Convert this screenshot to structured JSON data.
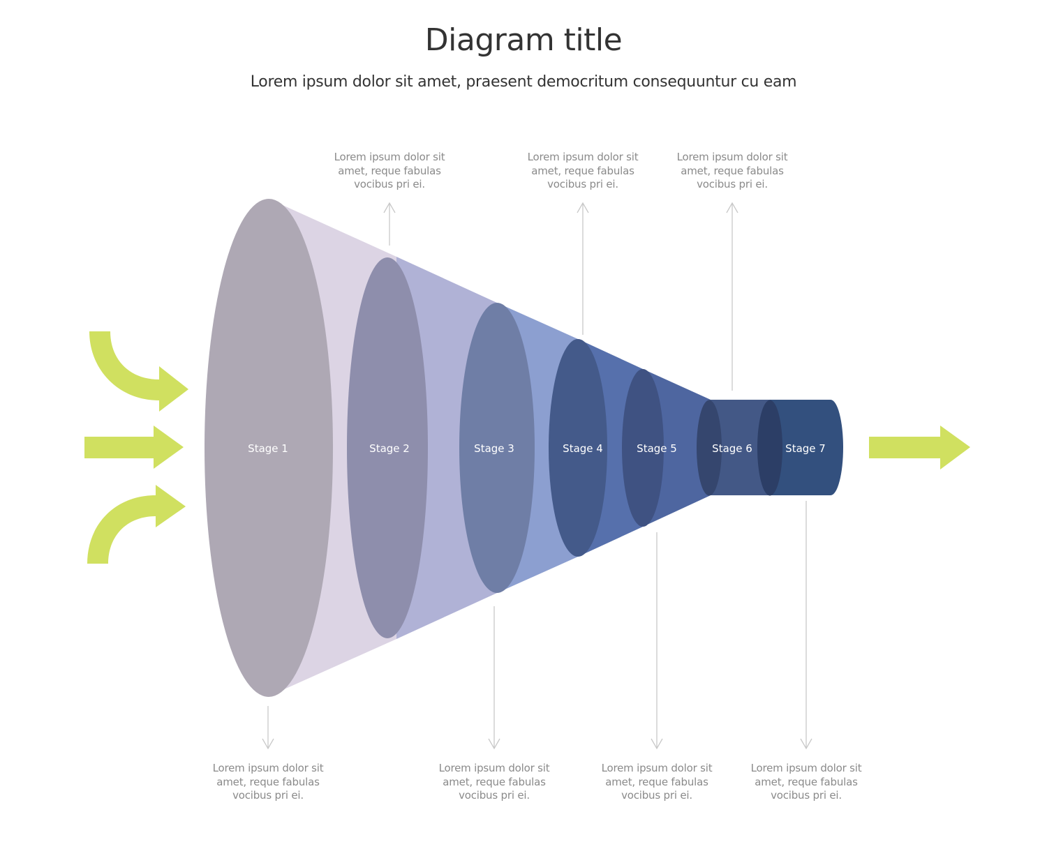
{
  "header": {
    "title": "Diagram title",
    "subtitle": "Lorem ipsum dolor sit amet, praesent democritum consequuntur cu eam"
  },
  "colors": {
    "arrow": "#d0e060",
    "callout_line": "#c8c8c8",
    "note_text": "#8a8a8a",
    "title_text": "#333333"
  },
  "inputs": {
    "count": 3,
    "icons": [
      "curved-arrow-down-right-icon",
      "straight-arrow-right-icon",
      "curved-arrow-up-right-icon"
    ]
  },
  "output": {
    "icon": "straight-arrow-right-icon"
  },
  "stages": [
    {
      "label": "Stage 1",
      "cap_color": "#aea8b4",
      "body_color": "#dcd4e4"
    },
    {
      "label": "Stage 2",
      "cap_color": "#8e8eac",
      "body_color": "#b0b2d6"
    },
    {
      "label": "Stage 3",
      "cap_color": "#6f7ea6",
      "body_color": "#8c9fd0"
    },
    {
      "label": "Stage 4",
      "cap_color": "#445a8a",
      "body_color": "#5670ac"
    },
    {
      "label": "Stage 5",
      "cap_color": "#3f5282",
      "body_color": "#4e66a0"
    },
    {
      "label": "Stage 6",
      "cap_color": "#35466e",
      "body_color": "#435886"
    },
    {
      "label": "Stage 7",
      "cap_color": "#2c3e66",
      "body_color": "#33507e"
    }
  ],
  "notes": [
    {
      "stage": "Stage 1",
      "position": "below",
      "text": [
        "Lorem ipsum dolor sit",
        "amet, reque fabulas",
        "vocibus pri ei."
      ]
    },
    {
      "stage": "Stage 2",
      "position": "above",
      "text": [
        "Lorem ipsum dolor sit",
        "amet, reque fabulas",
        "vocibus pri ei."
      ]
    },
    {
      "stage": "Stage 3",
      "position": "below",
      "text": [
        "Lorem ipsum dolor sit",
        "amet, reque fabulas",
        "vocibus pri ei."
      ]
    },
    {
      "stage": "Stage 4",
      "position": "above",
      "text": [
        "Lorem ipsum dolor sit",
        "amet, reque fabulas",
        "vocibus pri ei."
      ]
    },
    {
      "stage": "Stage 5",
      "position": "below",
      "text": [
        "Lorem ipsum dolor sit",
        "amet, reque fabulas",
        "vocibus pri ei."
      ]
    },
    {
      "stage": "Stage 6",
      "position": "above",
      "text": [
        "Lorem ipsum dolor sit",
        "amet, reque fabulas",
        "vocibus pri ei."
      ]
    },
    {
      "stage": "Stage 7",
      "position": "below",
      "text": [
        "Lorem ipsum dolor sit",
        "amet, reque fabulas",
        "vocibus pri ei."
      ]
    }
  ]
}
